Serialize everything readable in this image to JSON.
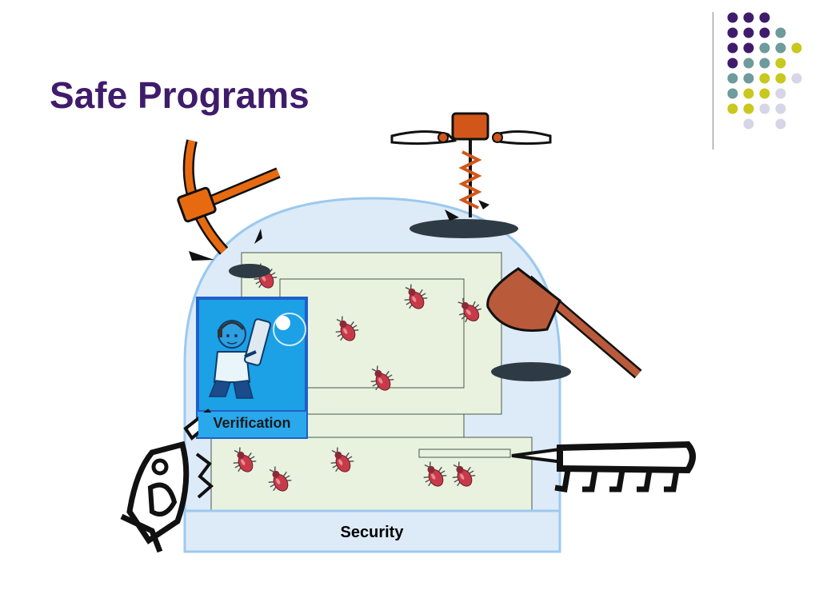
{
  "slide": {
    "title": "Safe Programs"
  },
  "diagram": {
    "verification_label": "Verification",
    "security_label": "Security"
  },
  "colors": {
    "title": "#3f1c6b",
    "dome_fill": "#ddebf8",
    "dome_stroke": "#9cc9ee",
    "monitor_fill": "#e8f2df",
    "bug": "#c73a4a",
    "pickaxe_orange": "#e86a10",
    "axe_brown": "#b95a3a",
    "verification_box": "#29a8ec",
    "dot_purple": "#3f1c6b",
    "dot_teal": "#6e9b9b",
    "dot_yellow": "#c8c81e",
    "dot_lavender": "#d7d5e8"
  },
  "icons": [
    "pickaxe-icon",
    "auger-drill-icon",
    "axe-icon",
    "rake-icon",
    "jackhammer-icon",
    "bug-icon",
    "developer-figure-icon"
  ]
}
